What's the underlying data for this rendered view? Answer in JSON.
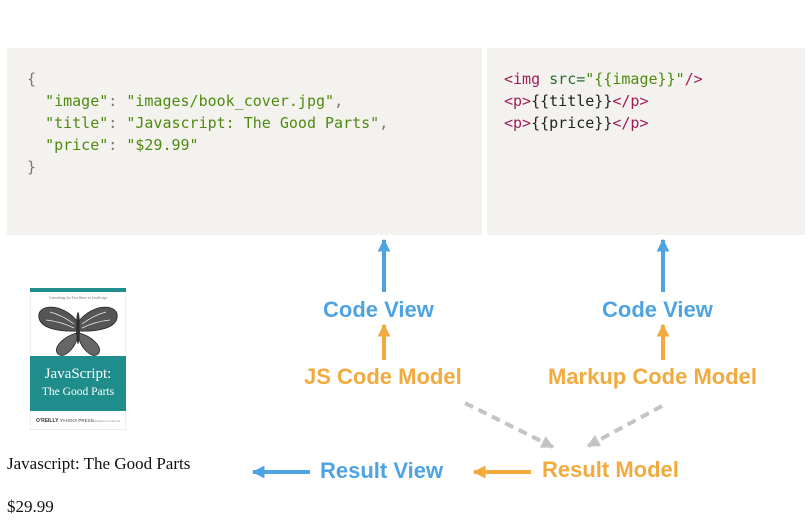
{
  "json_panel": {
    "open_brace": "{",
    "close_brace": "}",
    "fields": [
      {
        "key": "\"image\"",
        "value": "\"images/book_cover.jpg\"",
        "trail": ","
      },
      {
        "key": "\"title\"",
        "value": "\"Javascript: The Good Parts\"",
        "trail": ","
      },
      {
        "key": "\"price\"",
        "value": "\"$29.99\"",
        "trail": ""
      }
    ]
  },
  "markup_panel": {
    "line1": {
      "open": "<img ",
      "attr": "src=",
      "value": "\"{{image}}\"",
      "close": "/>"
    },
    "line2": {
      "open": "<p>",
      "text": "{{title}}",
      "close": "</p>"
    },
    "line3": {
      "open": "<p>",
      "text": "{{price}}",
      "close": "</p>"
    }
  },
  "labels": {
    "code_view_left": "Code View",
    "code_view_right": "Code View",
    "js_code_model": "JS Code Model",
    "markup_code_model": "Markup Code Model",
    "result_model": "Result Model",
    "result_view": "Result View"
  },
  "colors": {
    "view_blue": "#4ea3e3",
    "model_orange": "#f2aa3f",
    "dashed_gray": "#c4c4c4",
    "panel_bg": "#f4f2ef"
  },
  "book": {
    "tagline": "Unearthing the Excellence in JavaScript",
    "title_line1": "JavaScript:",
    "title_line2": "The Good Parts",
    "publisher": "O'REILLY",
    "partner": "YAHOO! PRESS",
    "author": "Douglas Crockford"
  },
  "result": {
    "title": "Javascript: The Good Parts",
    "price": "$29.99"
  }
}
